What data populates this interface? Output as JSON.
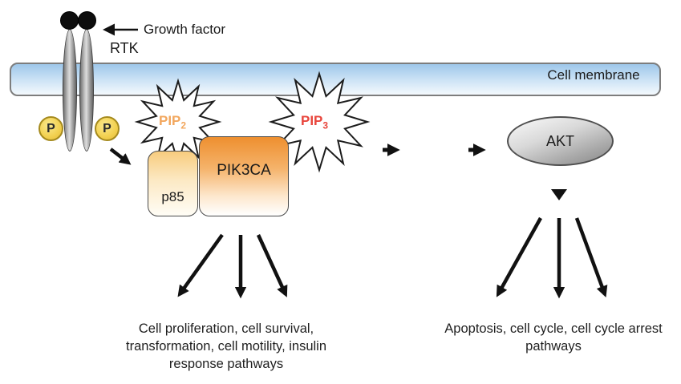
{
  "membrane": {
    "label": "Cell membrane"
  },
  "receptor": {
    "label": "RTK",
    "ligand_label": "Growth factor",
    "phospho_left": "P",
    "phospho_right": "P"
  },
  "lipids": {
    "pip2": {
      "base": "PIP",
      "sub": "2"
    },
    "pip3": {
      "base": "PIP",
      "sub": "3"
    }
  },
  "kinase_complex": {
    "regulatory_subunit": "p85",
    "catalytic_subunit": "PIK3CA"
  },
  "akt": {
    "label": "AKT"
  },
  "outcomes": {
    "pik3ca_pathways": "Cell proliferation, cell survival, transformation, cell motility, insulin response pathways",
    "akt_pathways": "Apoptosis, cell cycle, cell cycle arrest pathways"
  },
  "colors": {
    "membrane_blue_top": "#9ec7ea",
    "membrane_blue_bottom": "#f4f9fd",
    "pip2_text_orange": "#f2a75e",
    "pip3_text_red": "#e8453c",
    "p85_orange_light": "#f8cc7e",
    "pik3ca_orange": "#ee8f2f",
    "phospho_yellow": "#f2d04f",
    "akt_gray": "#8f8f8f",
    "arrow_black": "#111111"
  }
}
